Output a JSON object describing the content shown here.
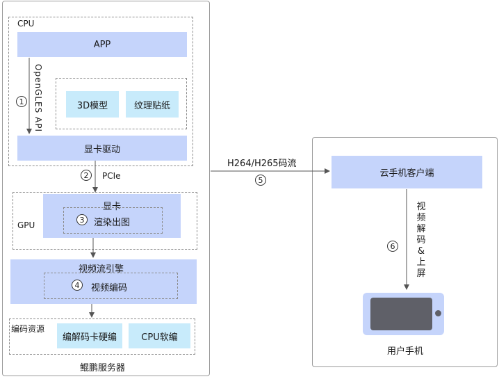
{
  "server": {
    "title": "鲲鹏服务器",
    "cpu": {
      "label": "CPU",
      "app": "APP",
      "api_label": "OpenGLES API",
      "model": "3D模型",
      "texture": "纹理贴纸",
      "driver": "显卡驱动"
    },
    "pcie": "PCIe",
    "gpu": {
      "label": "GPU",
      "card": "显卡",
      "render": "渲染出图"
    },
    "video_engine": {
      "title": "视频流引擎",
      "encode": "视频编码"
    },
    "encoding_resources": {
      "label": "编码资源",
      "hw": "编解码卡硬编",
      "sw": "CPU软编"
    }
  },
  "stream_label": "H264/H265码流",
  "client": {
    "app": "云手机客户端",
    "decode_chars": [
      "视",
      "频",
      "解",
      "码",
      "&",
      "上",
      "屏"
    ],
    "phone_label": "用户手机"
  },
  "steps": [
    "1",
    "2",
    "3",
    "4",
    "5",
    "6"
  ],
  "colors": {
    "block": "#c5d4fb",
    "light_block": "#c8ebfb",
    "phone_screen": "#5f6068",
    "phone_body": "#c5d4fb"
  }
}
